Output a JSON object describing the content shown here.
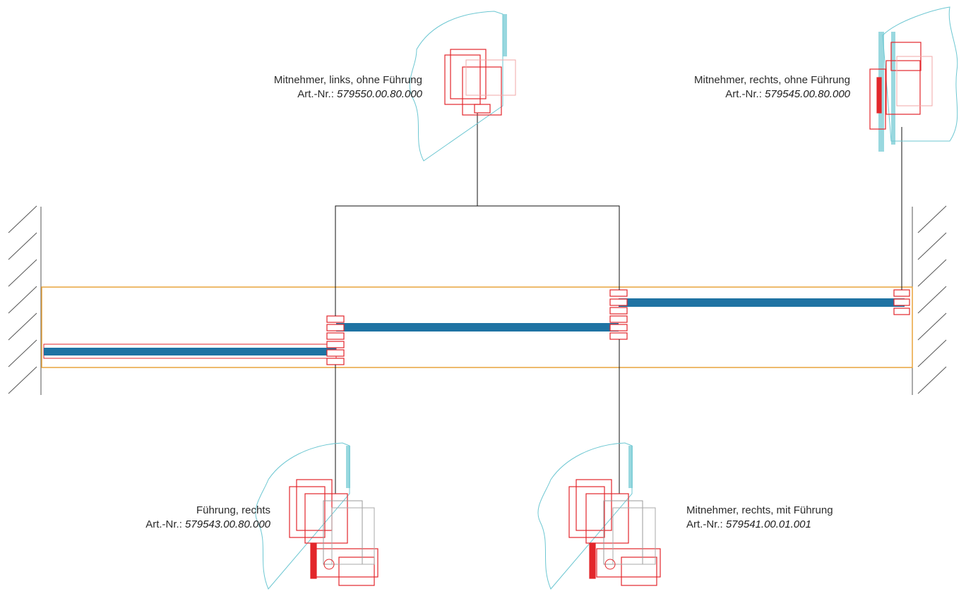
{
  "components": {
    "top_left": {
      "name": "Mitnehmer, links, ohne Führung",
      "art_label": "Art.-Nr.:",
      "art_number": "579550.00.80.000"
    },
    "top_right": {
      "name": "Mitnehmer, rechts, ohne Führung",
      "art_label": "Art.-Nr.:",
      "art_number": "579545.00.80.000"
    },
    "bottom_left": {
      "name": "Führung, rechts",
      "art_label": "Art.-Nr.:",
      "art_number": "579543.00.80.000"
    },
    "bottom_right": {
      "name": "Mitnehmer, rechts, mit Führung",
      "art_label": "Art.-Nr.:",
      "art_number": "579541.00.01.001"
    }
  },
  "colors": {
    "door_leaf": "#1f73a3",
    "fitting": "#e3262b",
    "glass": "#6dc7d2",
    "frame": "#e8a33c",
    "wall": "#555555",
    "leader": "#111111"
  }
}
